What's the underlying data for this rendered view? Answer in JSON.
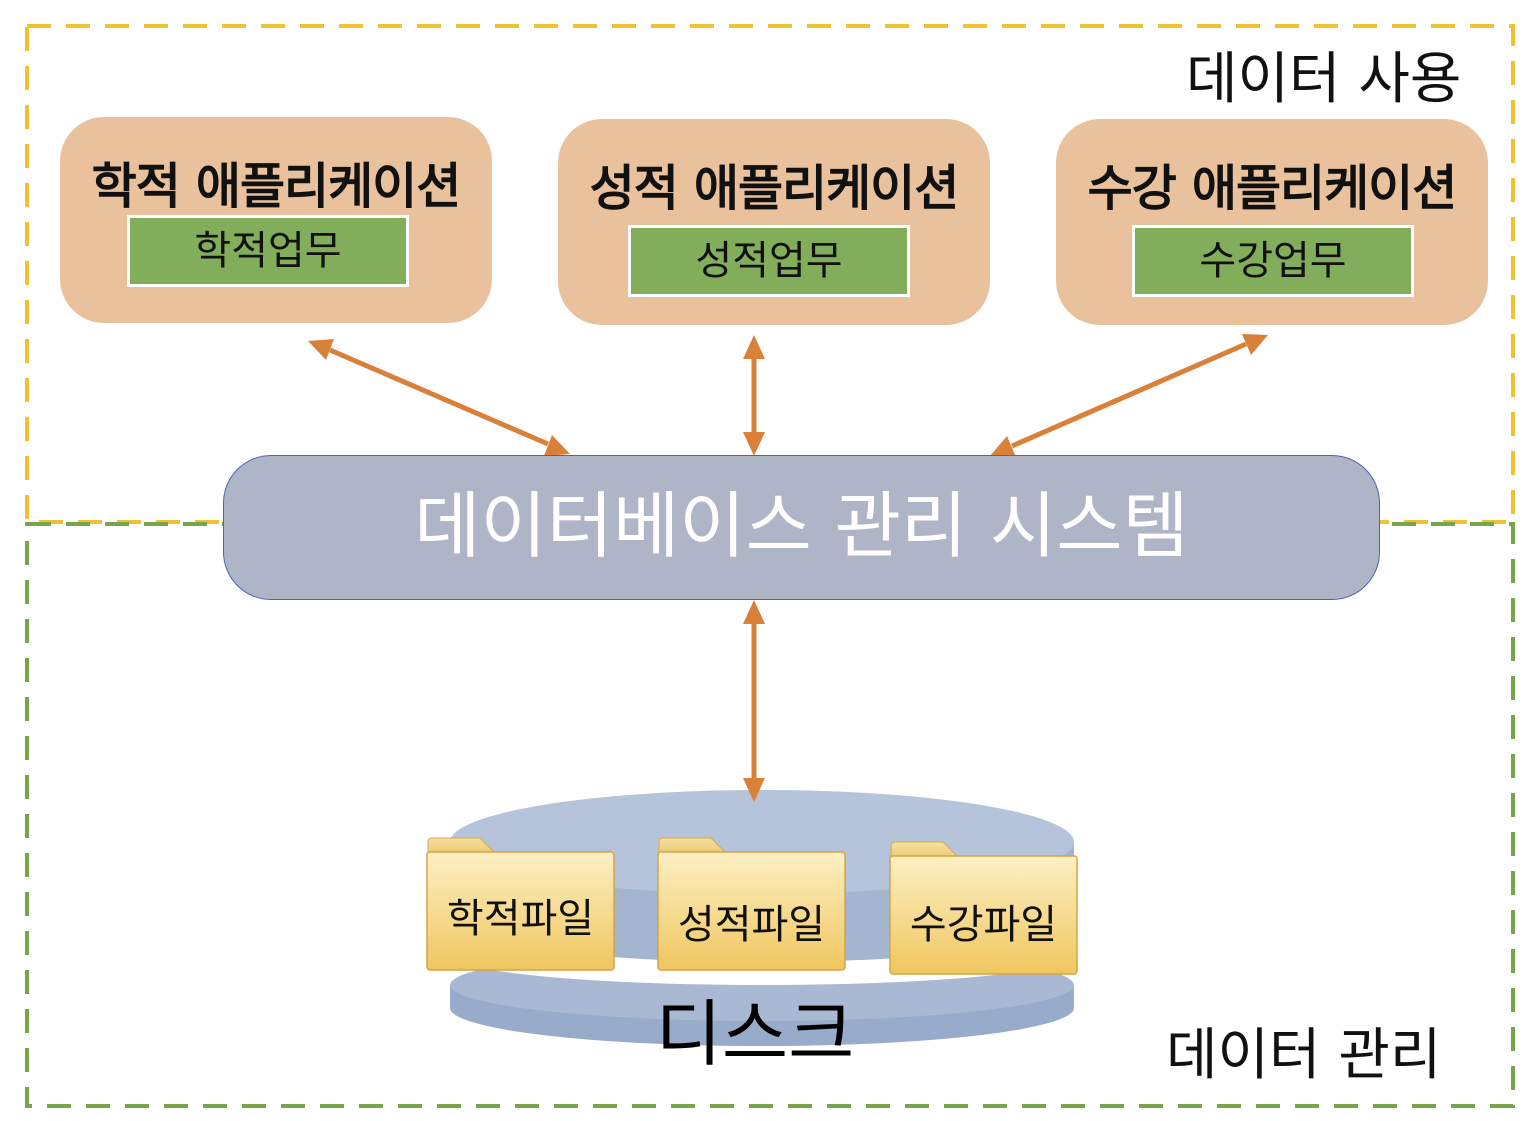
{
  "regions": {
    "usage_label": "데이터 사용",
    "management_label": "데이터 관리"
  },
  "applications": [
    {
      "title": "학적 애플리케이션",
      "task": "학적업무"
    },
    {
      "title": "성적 애플리케이션",
      "task": "성적업무"
    },
    {
      "title": "수강 애플리케이션",
      "task": "수강업무"
    }
  ],
  "dbms": {
    "label": "데이터베이스 관리 시스템"
  },
  "disk": {
    "label": "디스크",
    "files": [
      "학적파일",
      "성적파일",
      "수강파일"
    ]
  },
  "colors": {
    "usage_border": "#f0c232",
    "management_border": "#77a64a",
    "app_box": "#e9c29d",
    "task_box": "#82ad5a",
    "dbms_box": "#adb5c6",
    "arrow": "#d98039",
    "disk": "#a7b6d2",
    "folder": "#f5d27a"
  }
}
